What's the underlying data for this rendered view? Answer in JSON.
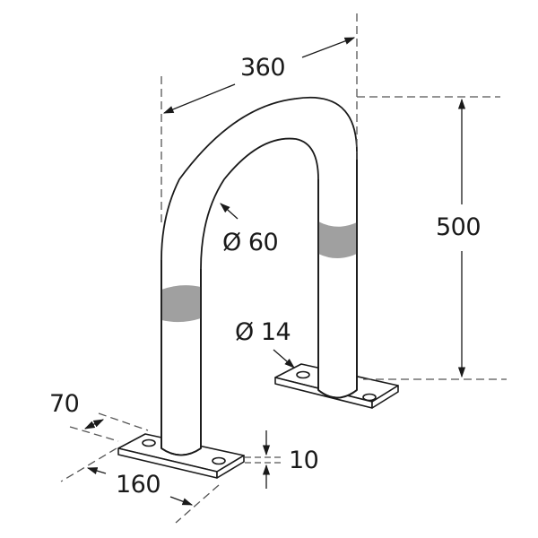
{
  "drawing": {
    "subject": "U-shaped guard bar with base plates",
    "colors": {
      "line": "#1a1a1a",
      "dash": "#555555",
      "band": "#a0a0a0",
      "background": "#ffffff"
    },
    "dimensions": {
      "width": "360",
      "height": "500",
      "tube_diameter": "Ø 60",
      "hole_diameter": "Ø 14",
      "plate_depth": "70",
      "plate_length": "160",
      "plate_thickness": "10"
    }
  }
}
